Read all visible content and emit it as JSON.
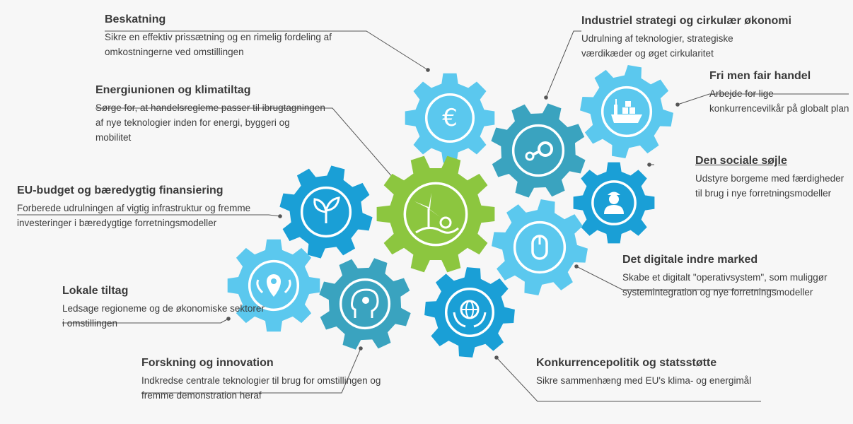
{
  "colors": {
    "light_blue": "#5bc8ee",
    "mid_blue": "#1a9fd6",
    "teal": "#3aa3bf",
    "green": "#8cc63f",
    "line": "#555555"
  },
  "topics": {
    "beskatning": {
      "title": "Beskatning",
      "desc": "Sikre en effektiv prissætning og en rimelig fordeling af omkostningerne ved omstillingen",
      "icon": "euro-icon"
    },
    "industriel": {
      "title": "Industriel strategi og cirkulær økonomi",
      "desc": "Udrulning af teknologier, strategiske værdikæder og øget cirkularitet",
      "icon": "steam-link-icon"
    },
    "fri_handel": {
      "title": "Fri men fair handel",
      "desc": "Arbejde for lige konkurrencevilkår på globalt plan",
      "icon": "cargo-ship-icon"
    },
    "energiunionen": {
      "title": "Energiunionen og klimatiltag",
      "desc": "Sørge for, at handelsregleme passer til ibrugtagningen af nye teknologier inden for energi, byggeri og mobilitet",
      "icon": "wind-turbine-icon"
    },
    "social": {
      "title": "Den sociale søjle",
      "desc": "Udstyre borgeme med færdigheder til brug i nye forretningsmodeller",
      "icon": "worker-icon"
    },
    "eu_budget": {
      "title": "EU-budget og bæredygtig finansiering",
      "desc": "Forberede udrulningen af vigtig infrastruktur og fremme investeringer i bæredygtige forretningsmodeller",
      "icon": "plant-icon"
    },
    "digitale": {
      "title": "Det digitale indre marked",
      "desc": "Skabe et digitalt \"operativsystem\", som muliggør systemintegration og nye forretningsmodeller",
      "icon": "mouse-icon"
    },
    "lokale": {
      "title": "Lokale tiltag",
      "desc": "Ledsage regioneme og de økonomiske sektorer i omstillingen",
      "icon": "location-pins-icon"
    },
    "forskning": {
      "title": "Forskning og innovation",
      "desc": "Indkredse centrale teknologier til brug for omstillingen og fremme demonstration heraf",
      "icon": "head-lightbulb-icon"
    },
    "konkurrence": {
      "title": "Konkurrencepolitik og statsstøtte",
      "desc": "Sikre sammenhæng med EU's klima- og energimål",
      "icon": "globe-hands-icon"
    }
  }
}
